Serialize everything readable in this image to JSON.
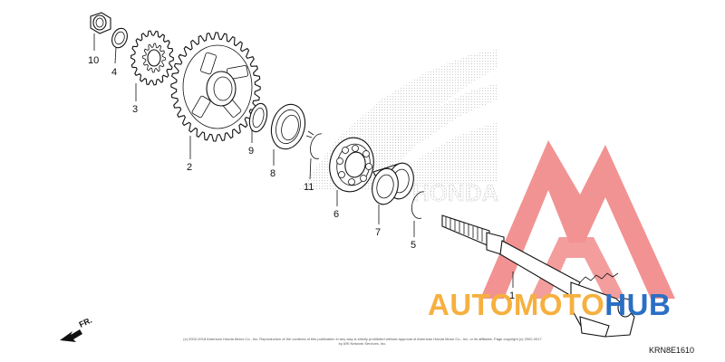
{
  "diagram": {
    "code": "KRN8E1610",
    "direction_label": "FR.",
    "copyright": "(c) 2002-2018 American Honda Motor Co., Inc. Reproduction of the contents of this publication in any way is strictly prohibited without approval of American Honda Motor Co., Inc. or its affiliates. Page copyright (c) 2002-2017 by ARI Network Services, Inc.",
    "background_brand_text": "HONDA"
  },
  "watermark": {
    "text_orange": "AUTOMOTO",
    "text_blue": "HUB",
    "colors": {
      "logo_red": "#f08080",
      "text_orange": "#f6b040",
      "text_blue": "#2a6fc4"
    }
  },
  "callouts": [
    {
      "id": "c10",
      "label": "10"
    },
    {
      "id": "c4",
      "label": "4"
    },
    {
      "id": "c3",
      "label": "3"
    },
    {
      "id": "c2",
      "label": "2"
    },
    {
      "id": "c9",
      "label": "9"
    },
    {
      "id": "c8",
      "label": "8"
    },
    {
      "id": "c11",
      "label": "11"
    },
    {
      "id": "c6",
      "label": "6"
    },
    {
      "id": "c7",
      "label": "7"
    },
    {
      "id": "c5",
      "label": "5"
    },
    {
      "id": "c1",
      "label": "1"
    }
  ]
}
